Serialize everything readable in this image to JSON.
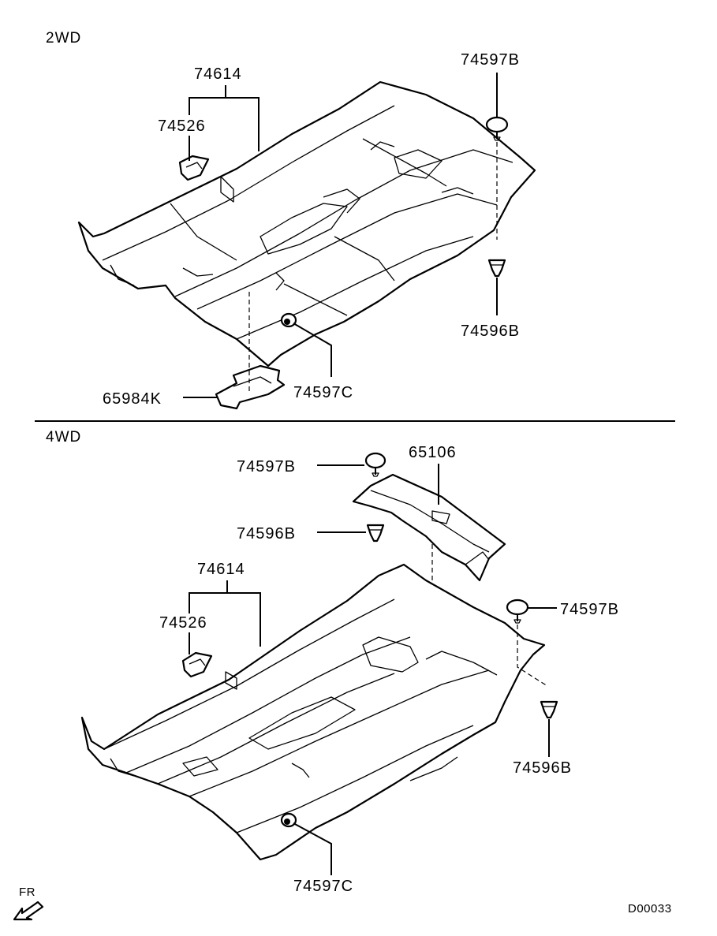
{
  "sections": {
    "top_label": "2WD",
    "bottom_label": "4WD"
  },
  "callouts_2wd": {
    "carpet": "74614",
    "hook": "74526",
    "cap_upper": "74597B",
    "clip_right": "74596B",
    "clip_center": "74597C",
    "pad": "65984K"
  },
  "callouts_4wd": {
    "carpet": "74614",
    "hook": "74526",
    "cap_left": "74597B",
    "clip_left": "74596B",
    "tunnel_pad": "65106",
    "cap_right": "74597B",
    "clip_right": "74596B",
    "clip_center": "74597C"
  },
  "orientation": {
    "front_label": "FR"
  },
  "diagram_code": "D00033"
}
